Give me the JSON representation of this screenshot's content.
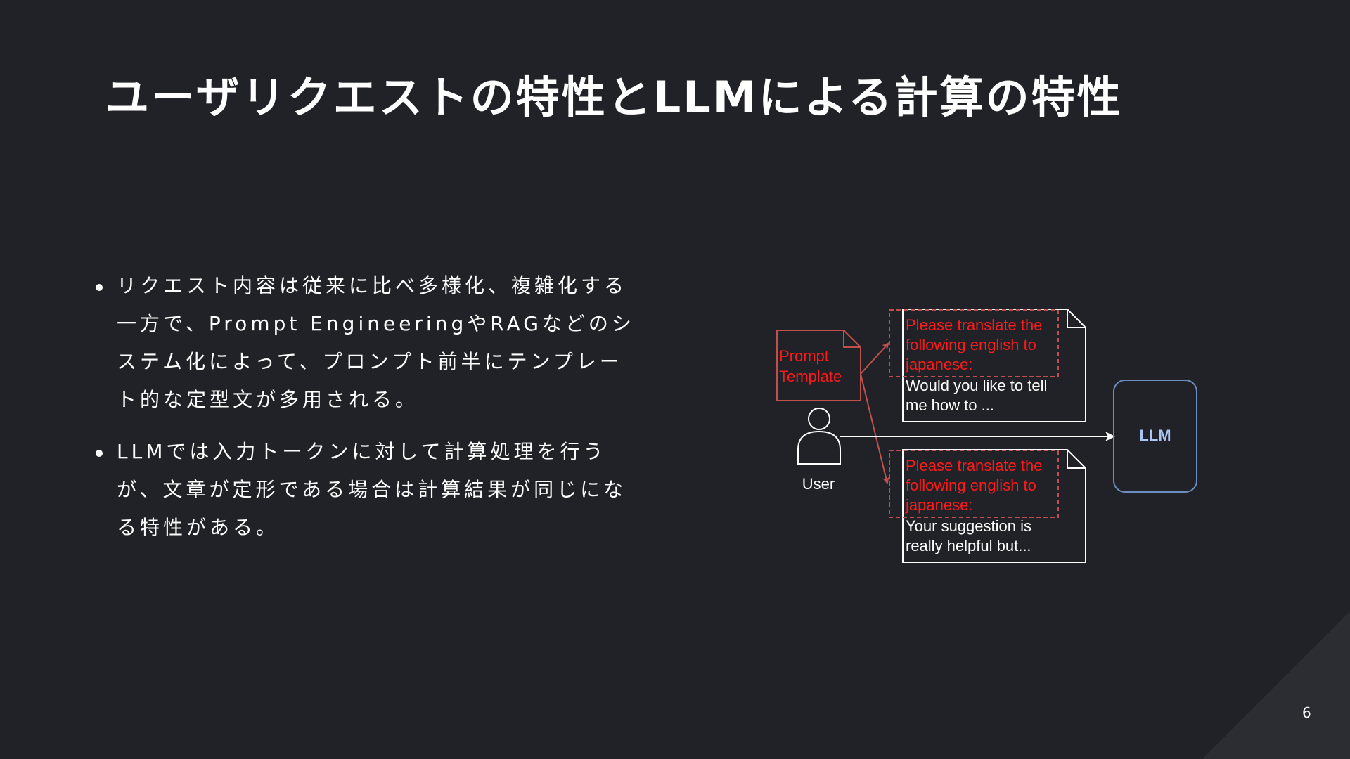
{
  "slide": {
    "title": "ユーザリクエストの特性とLLMによる計算の特性",
    "bullets": [
      {
        "lines": [
          "リクエスト内容は従来に比べ多様化、複雑化する",
          "一方で、Prompt EngineeringやRAGなどのシ",
          "ステム化によって、プロンプト前半にテンプレー",
          "ト的な定型文が多用される。"
        ]
      },
      {
        "lines": [
          "LLMでは入力トークンに対して計算処理を行う",
          "が、文章が定形である場合は計算結果が同じにな",
          "る特性がある。"
        ]
      }
    ],
    "page_number": "6"
  },
  "diagram": {
    "prompt_template_label": [
      "Prompt",
      "Template"
    ],
    "user_label": "User",
    "llm_label": "LLM",
    "doc_top": {
      "template_lines": [
        "Please translate the",
        "following english to",
        "japanese:"
      ],
      "user_lines": [
        "Would you like to tell",
        "me how to ..."
      ]
    },
    "doc_bottom": {
      "template_lines": [
        "Please translate the",
        "following english to",
        "japanese:"
      ],
      "user_lines": [
        "Your suggestion is",
        "really helpful but..."
      ]
    },
    "colors": {
      "background": "#212227",
      "template_red": "#ff1a1a",
      "template_border": "#c0504d",
      "llm_border": "#6c8ebf",
      "llm_text": "#a9c4f5",
      "corner_triangle": "#2c2d33"
    }
  }
}
